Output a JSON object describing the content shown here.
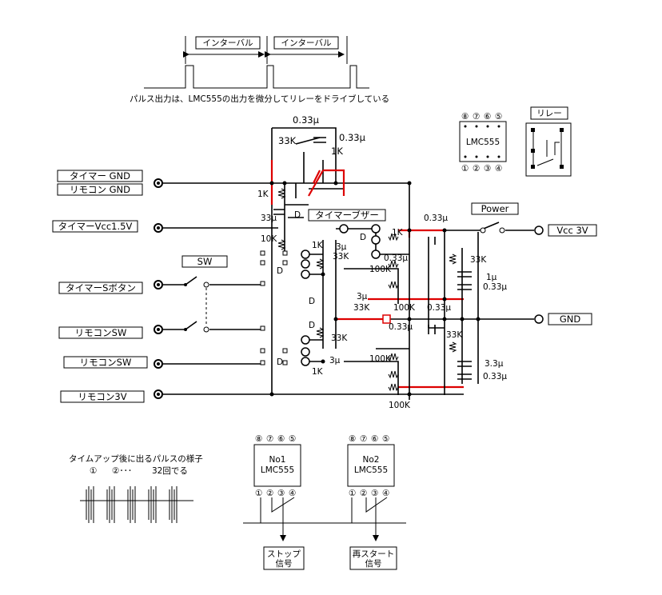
{
  "interval": {
    "label_a": "インターバル",
    "label_b": "インターバル"
  },
  "caption": "パルス出力は、LMC555の出力を微分してリレーをドライブしている",
  "ic_top": {
    "pins_top": [
      "⑧",
      "⑦",
      "⑥",
      "⑤"
    ],
    "name": "LMC555",
    "pins_bottom": [
      "①",
      "②",
      "③",
      "④"
    ]
  },
  "relay": {
    "title": "リレー"
  },
  "labels": {
    "timer_gnd": "タイマー GND",
    "remocon_gnd": "リモコン GND",
    "timer_vcc": "タイマーVcc1.5V",
    "sw": "SW",
    "timer_s_button": "タイマーSボタン",
    "remocon_sw1": "リモコンSW",
    "remocon_sw2": "リモコンSW",
    "remocon_3v": "リモコン3V",
    "timer_buzzer": "タイマーブザー",
    "power": "Power",
    "vcc3v": "Vcc 3V",
    "gnd": "GND"
  },
  "components": {
    "c033_top": "0.33μ",
    "c033_top2": "0.33μ",
    "r33k_top": "33K",
    "r1k_top": "1K",
    "r1k_left": "1K",
    "c33_left": "33μ",
    "r10k": "10K",
    "r1k_a": "1K",
    "c3_a": "3μ",
    "r33k_a": "33K",
    "r1k_b": "1K",
    "c033_a": "0.33μ",
    "c033_b": "0.33μ",
    "r100k_a": "100K",
    "r33k_b": "33K",
    "c1_a": "1μ",
    "c033_c": "0.33μ",
    "c3_b": "3μ",
    "r33k_c": "33K",
    "r100k_b": "100K",
    "c033_d": "0.33μ",
    "c033_e": "0.33μ",
    "r33k_d": "33K",
    "r33k_e": "33K",
    "r100k_c": "100K",
    "c33_b": "3.3μ",
    "c033_f": "0.33μ",
    "c3_c": "3μ",
    "r1k_c": "1K",
    "r100k_d": "100K",
    "d": "D"
  },
  "pulse_note": {
    "title": "タイムアップ後に出るパルスの様子",
    "n1": "①",
    "n2": "②･･･",
    "n32": "32回でる"
  },
  "ic_no1": {
    "pins_top": [
      "⑧",
      "⑦",
      "⑥",
      "⑤"
    ],
    "line1": "No1",
    "line2": "LMC555",
    "pins_bottom": [
      "①",
      "②",
      "③",
      "④"
    ]
  },
  "ic_no2": {
    "pins_top": [
      "⑧",
      "⑦",
      "⑥",
      "⑤"
    ],
    "line1": "No2",
    "line2": "LMC555",
    "pins_bottom": [
      "①",
      "②",
      "③",
      "④"
    ]
  },
  "signals": {
    "stop_l1": "ストップ",
    "stop_l2": "信号",
    "restart_l1": "再スタート",
    "restart_l2": "信号"
  },
  "colors": {
    "wire": "#000000",
    "mod_wire": "#dd0000"
  }
}
